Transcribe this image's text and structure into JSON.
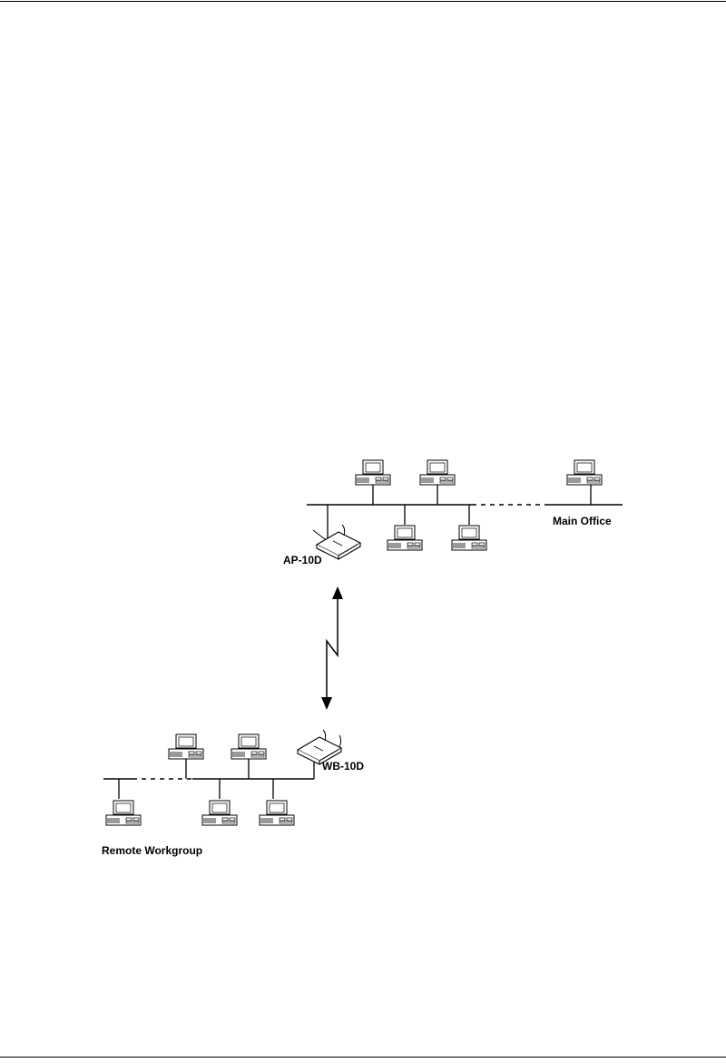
{
  "diagram": {
    "main_office": {
      "label": "Main Office"
    },
    "access_point": {
      "label": "AP-10D"
    },
    "bridge": {
      "label": "WB-10D"
    },
    "remote_workgroup": {
      "label": "Remote Workgroup"
    }
  },
  "colors": {
    "line": "#000000",
    "background": "#ffffff"
  },
  "icons": [
    "computer-icon",
    "wireless-device-icon",
    "wireless-link-icon"
  ]
}
